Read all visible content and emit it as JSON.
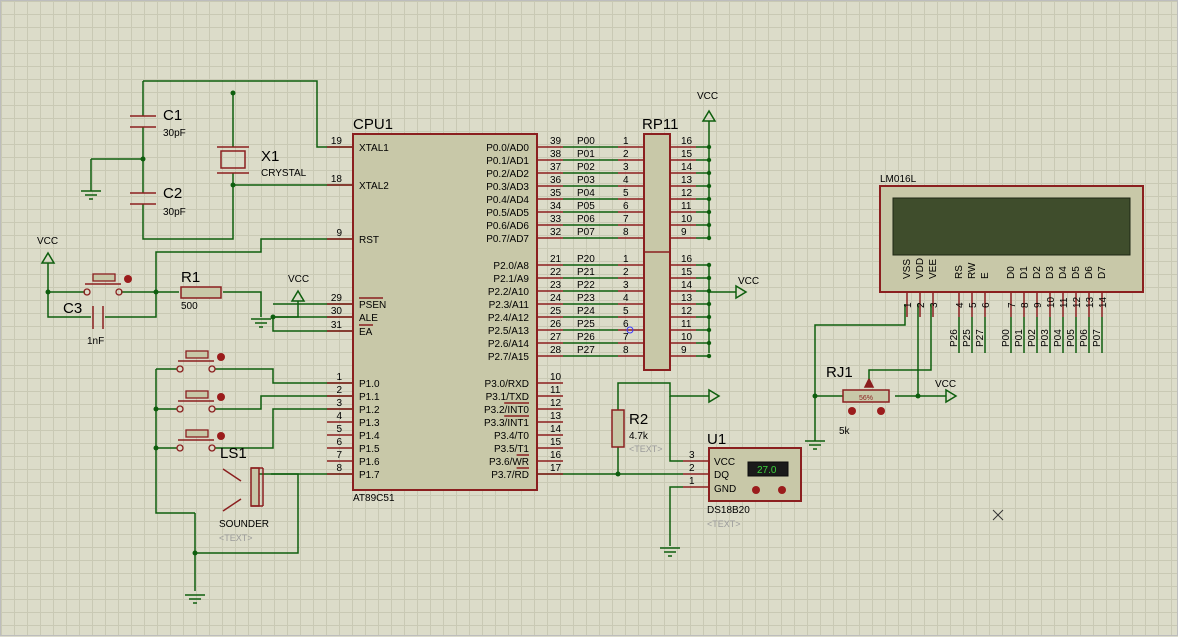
{
  "cpu": {
    "ref": "CPU1",
    "part": "AT89C51",
    "left_pins": [
      {
        "num": "19",
        "name": "XTAL1"
      },
      {
        "num": "18",
        "name": "XTAL2"
      },
      {
        "num": "9",
        "name": "RST"
      },
      {
        "num": "29",
        "name": "PSEN"
      },
      {
        "num": "30",
        "name": "ALE"
      },
      {
        "num": "31",
        "name": "EA"
      },
      {
        "num": "1",
        "name": "P1.0"
      },
      {
        "num": "2",
        "name": "P1.1"
      },
      {
        "num": "3",
        "name": "P1.2"
      },
      {
        "num": "4",
        "name": "P1.3"
      },
      {
        "num": "5",
        "name": "P1.4"
      },
      {
        "num": "6",
        "name": "P1.5"
      },
      {
        "num": "7",
        "name": "P1.6"
      },
      {
        "num": "8",
        "name": "P1.7"
      }
    ],
    "port0": [
      {
        "num": "39",
        "name": "P0.0/AD0",
        "net": "P00"
      },
      {
        "num": "38",
        "name": "P0.1/AD1",
        "net": "P01"
      },
      {
        "num": "37",
        "name": "P0.2/AD2",
        "net": "P02"
      },
      {
        "num": "36",
        "name": "P0.3/AD3",
        "net": "P03"
      },
      {
        "num": "35",
        "name": "P0.4/AD4",
        "net": "P04"
      },
      {
        "num": "34",
        "name": "P0.5/AD5",
        "net": "P05"
      },
      {
        "num": "33",
        "name": "P0.6/AD6",
        "net": "P06"
      },
      {
        "num": "32",
        "name": "P0.7/AD7",
        "net": "P07"
      }
    ],
    "port2": [
      {
        "num": "21",
        "name": "P2.0/A8",
        "net": "P20"
      },
      {
        "num": "22",
        "name": "P2.1/A9",
        "net": "P21"
      },
      {
        "num": "23",
        "name": "P2.2/A10",
        "net": "P22"
      },
      {
        "num": "24",
        "name": "P2.3/A11",
        "net": "P23"
      },
      {
        "num": "25",
        "name": "P2.4/A12",
        "net": "P24"
      },
      {
        "num": "26",
        "name": "P2.5/A13",
        "net": "P25"
      },
      {
        "num": "27",
        "name": "P2.6/A14",
        "net": "P26"
      },
      {
        "num": "28",
        "name": "P2.7/A15",
        "net": "P27"
      }
    ],
    "port3": [
      {
        "num": "10",
        "name": "P3.0/RXD"
      },
      {
        "num": "11",
        "name": "P3.1/TXD"
      },
      {
        "num": "12",
        "name": "P3.2/INT0"
      },
      {
        "num": "13",
        "name": "P3.3/INT1"
      },
      {
        "num": "14",
        "name": "P3.4/T0"
      },
      {
        "num": "15",
        "name": "P3.5/T1"
      },
      {
        "num": "16",
        "name": "P3.6/WR"
      },
      {
        "num": "17",
        "name": "P3.7/RD"
      }
    ]
  },
  "rp": {
    "ref": "RP11",
    "left": [
      "1",
      "2",
      "3",
      "4",
      "5",
      "6",
      "7",
      "8"
    ],
    "right": [
      "16",
      "15",
      "14",
      "13",
      "12",
      "11",
      "10",
      "9"
    ]
  },
  "power": {
    "vcc": "VCC"
  },
  "components": {
    "c1": {
      "ref": "C1",
      "value": "30pF"
    },
    "c2": {
      "ref": "C2",
      "value": "30pF"
    },
    "c3": {
      "ref": "C3",
      "value": "1nF"
    },
    "x1": {
      "ref": "X1",
      "value": "CRYSTAL"
    },
    "r1": {
      "ref": "R1",
      "value": "500"
    },
    "r2": {
      "ref": "R2",
      "value": "4.7k",
      "text": "<TEXT>"
    },
    "rj1": {
      "ref": "RJ1",
      "value": "5k",
      "percent": "56%"
    },
    "ls1": {
      "ref": "LS1",
      "value": "SOUNDER",
      "text": "<TEXT>"
    },
    "u1": {
      "ref": "U1",
      "part": "DS18B20",
      "text": "<TEXT>",
      "reading": "27.0",
      "pins": [
        {
          "num": "3",
          "name": "VCC"
        },
        {
          "num": "2",
          "name": "DQ"
        },
        {
          "num": "1",
          "name": "GND"
        }
      ]
    }
  },
  "lcd": {
    "ref": "LM016L",
    "pins": [
      {
        "name": "VSS",
        "num": "1"
      },
      {
        "name": "VDD",
        "num": "2"
      },
      {
        "name": "VEE",
        "num": "3"
      },
      {
        "name": "RS",
        "num": "4"
      },
      {
        "name": "RW",
        "num": "5"
      },
      {
        "name": "E",
        "num": "6"
      },
      {
        "name": "D0",
        "num": "7"
      },
      {
        "name": "D1",
        "num": "8"
      },
      {
        "name": "D2",
        "num": "9"
      },
      {
        "name": "D3",
        "num": "10"
      },
      {
        "name": "D4",
        "num": "11"
      },
      {
        "name": "D5",
        "num": "12"
      },
      {
        "name": "D6",
        "num": "13"
      },
      {
        "name": "D7",
        "num": "14"
      }
    ],
    "nets": [
      "P26",
      "P25",
      "P27",
      "P00",
      "P01",
      "P02",
      "P03",
      "P04",
      "P05",
      "P06",
      "P07"
    ]
  },
  "colors": {
    "wire": "#0e5e0e",
    "component": "#8b1f1f",
    "chip_fill": "#c8c8a8",
    "grid": "#dcdcc9",
    "lcd_screen": "#3f4d2c"
  }
}
